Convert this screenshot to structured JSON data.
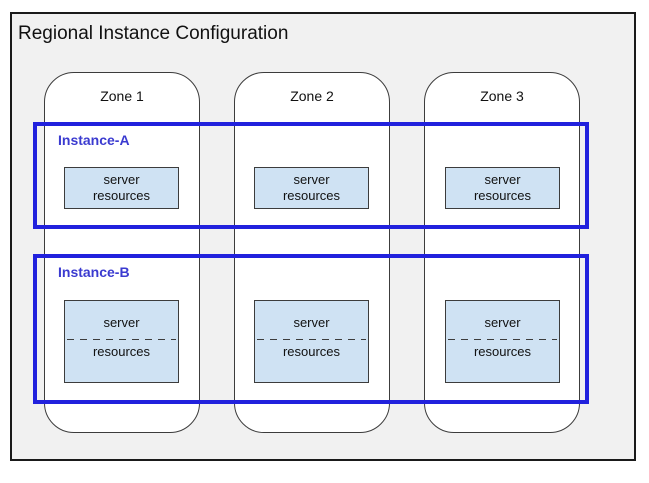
{
  "page": {
    "title": "Regional Instance Configuration"
  },
  "zones": [
    {
      "label": "Zone 1"
    },
    {
      "label": "Zone 2"
    },
    {
      "label": "Zone 3"
    }
  ],
  "instances": [
    {
      "label": "Instance-A",
      "resources_split_dashed": false
    },
    {
      "label": "Instance-B",
      "resources_split_dashed": true
    }
  ],
  "resource_box": {
    "line1": "server",
    "line2": "resources"
  },
  "colors": {
    "region_background": "#f1f1f1",
    "region_border": "#1a1a1a",
    "zone_fill": "#ffffff",
    "zone_border": "#3c3c3c",
    "instance_border": "#2121dd",
    "instance_label": "#3b3bd0",
    "resource_fill": "#cfe2f3",
    "text": "#111111"
  }
}
